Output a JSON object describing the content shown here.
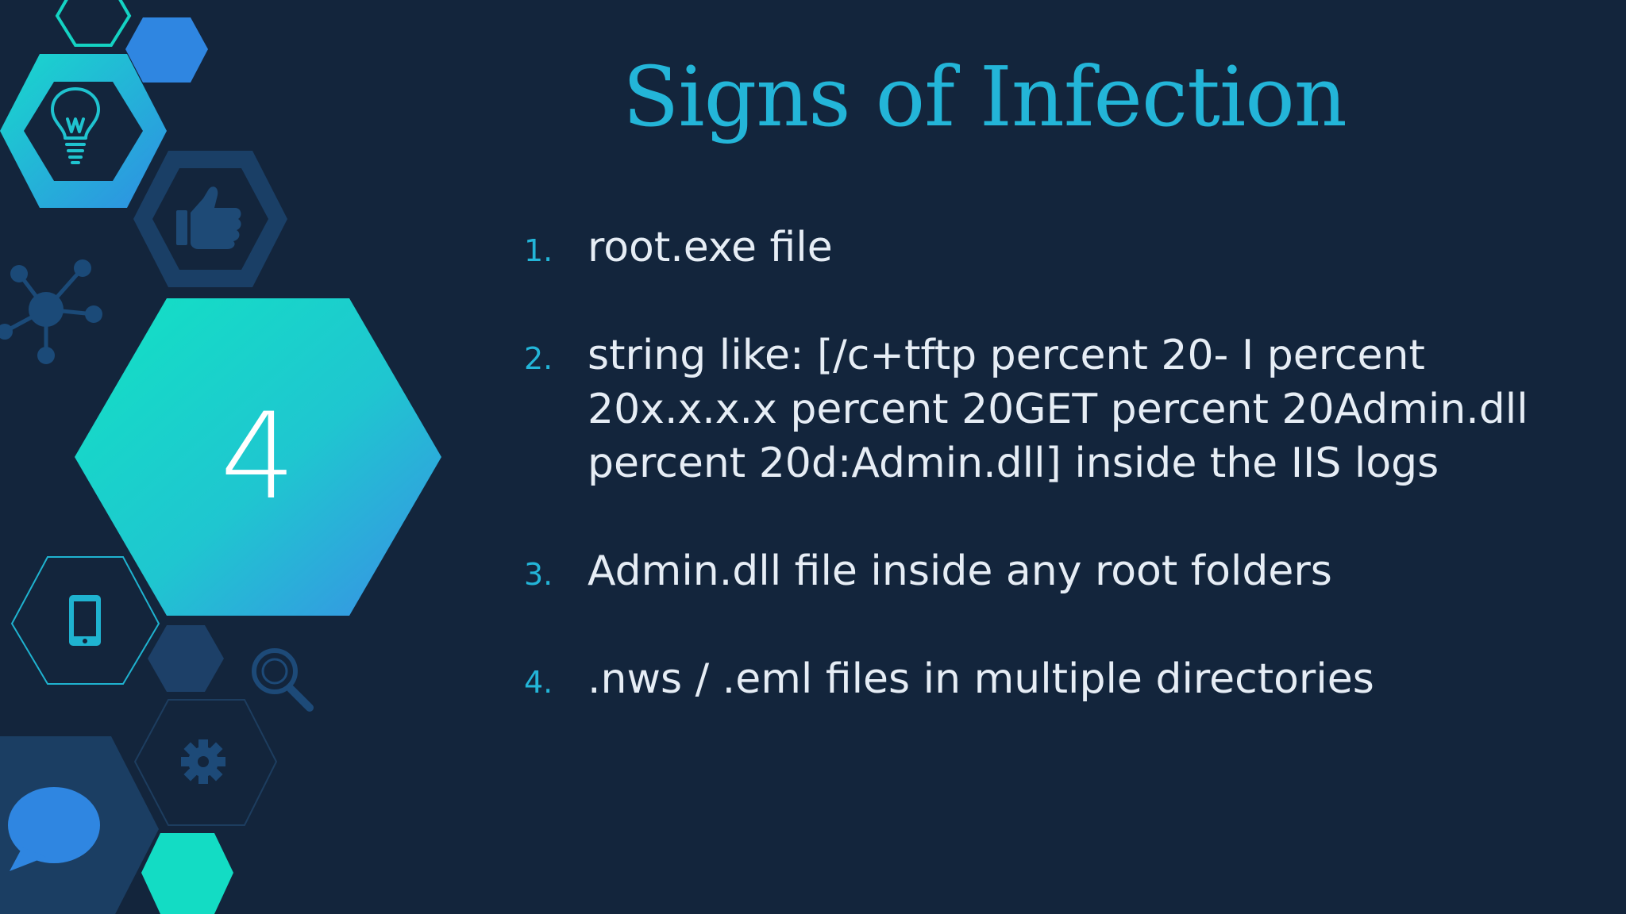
{
  "slide": {
    "title": "Signs of Infection",
    "number": "4",
    "items": [
      {
        "num": "1.",
        "text": "root.exe file"
      },
      {
        "num": "2.",
        "text": "string like: [/c+tftp percent 20- I percent 20x.x.x.x percent 20GET percent 20Admin.dll percent 20d:Admin.dll] inside the IIS logs"
      },
      {
        "num": "3.",
        "text": "Admin.dll file inside any root folders"
      },
      {
        "num": "4.",
        "text": ".nws / .eml files in multiple directories"
      }
    ]
  },
  "decor_icons": [
    "lightbulb-icon",
    "thumbs-up-icon",
    "network-icon",
    "smartphone-icon",
    "magnifier-icon",
    "gear-icon",
    "speech-bubble-icon"
  ],
  "colors": {
    "background": "#13253c",
    "accent": "#23b5d8",
    "teal": "#13dcc4",
    "blue": "#2d8ee0",
    "text": "#e6edf5"
  }
}
